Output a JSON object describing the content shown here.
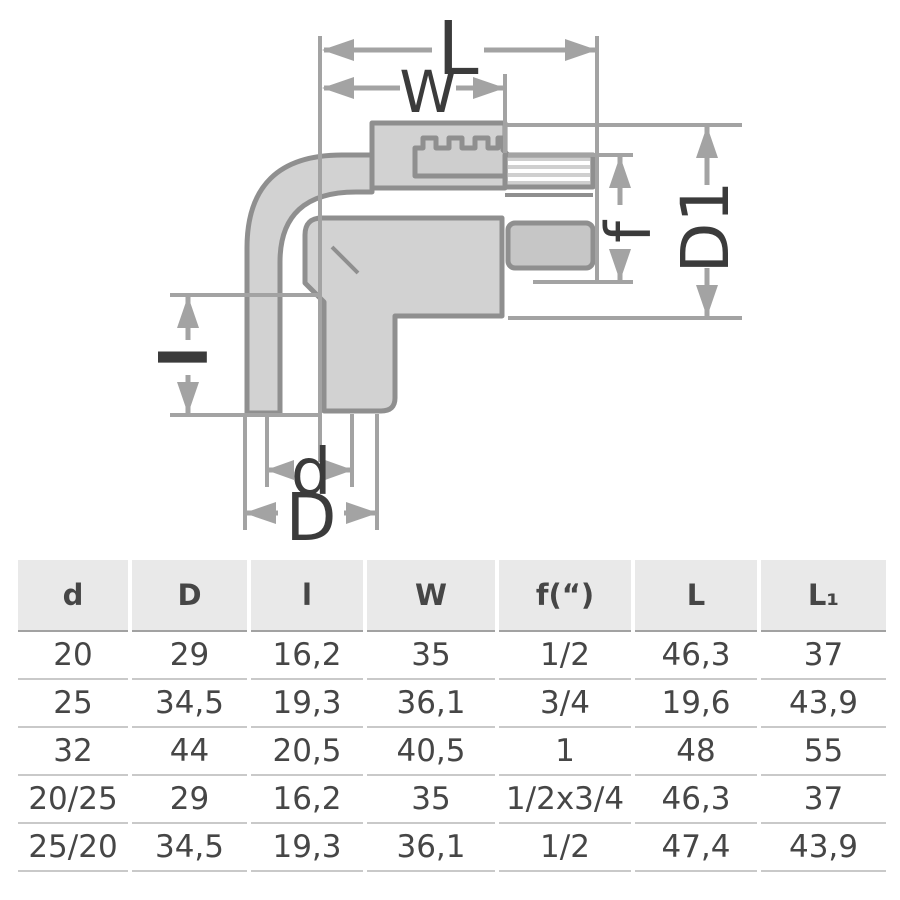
{
  "diagram": {
    "description": "Cross-section drawing of a 90-degree elbow press/compression fitting with castellated union nut and male threaded outlet",
    "labels": {
      "length_total": "L",
      "width": "W",
      "thread_length": "f",
      "outer_diameter_nut": "D1",
      "insertion_depth": "l",
      "pipe_diameter": "d",
      "body_diameter": "D"
    },
    "colors": {
      "body_fill": "#d2d2d2",
      "body_fill_dark": "#c6c6c6",
      "outline": "#8f8f8f",
      "dimension_gray": "#a3a3a3",
      "label_dark": "#3b3b3b"
    }
  },
  "table": {
    "columns": [
      "d",
      "D",
      "l",
      "W",
      "f(“)",
      "L",
      "L₁"
    ],
    "rows": [
      [
        "20",
        "29",
        "16,2",
        "35",
        "1/2",
        "46,3",
        "37"
      ],
      [
        "25",
        "34,5",
        "19,3",
        "36,1",
        "3/4",
        "19,6",
        "43,9"
      ],
      [
        "32",
        "44",
        "20,5",
        "40,5",
        "1",
        "48",
        "55"
      ],
      [
        "20/25",
        "29",
        "16,2",
        "35",
        "1/2x3/4",
        "46,3",
        "37"
      ],
      [
        "25/20",
        "34,5",
        "19,3",
        "36,1",
        "1/2",
        "47,4",
        "43,9"
      ]
    ],
    "header_bg": "#e9e9e9",
    "row_line_color": "#c9c9c9",
    "text_color": "#464646"
  }
}
